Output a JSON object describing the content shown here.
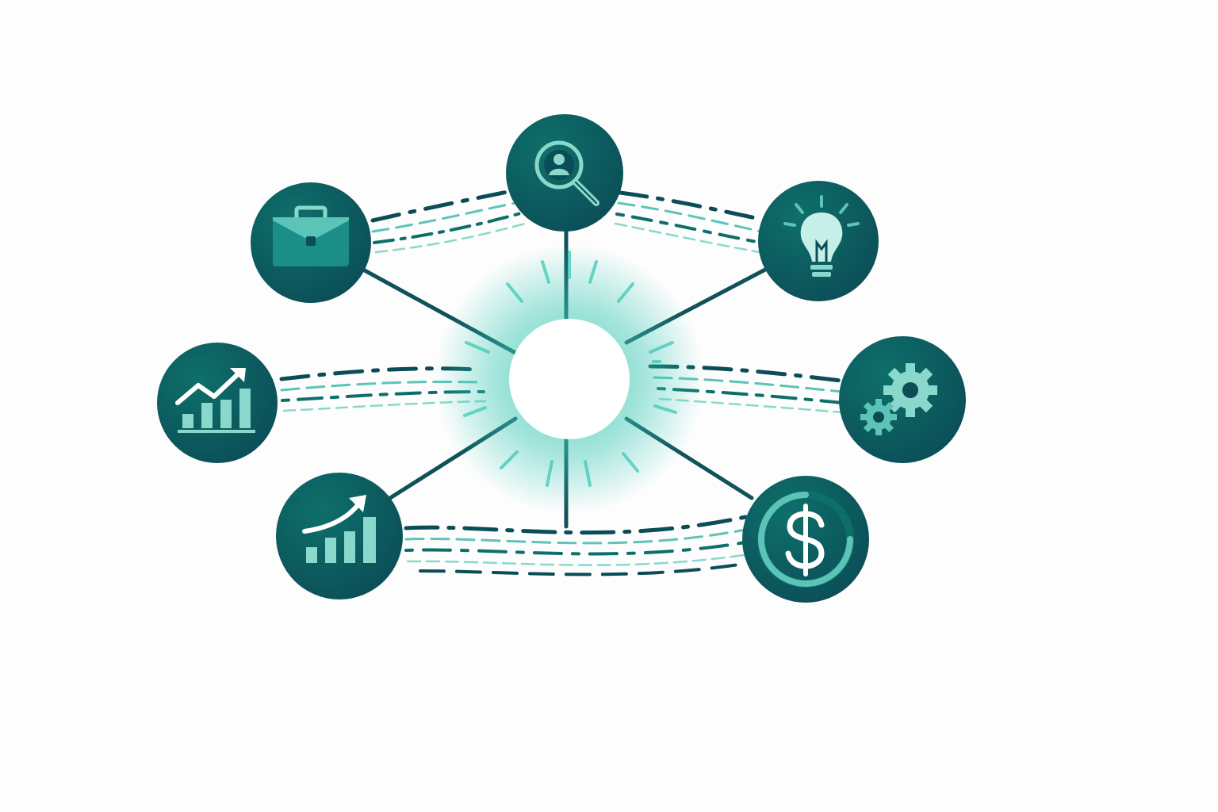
{
  "colors": {
    "background": "#fdfdfd",
    "node_fill_dark": "#0b4d57",
    "node_fill_mid": "#0e6f6a",
    "spoke": "#10515a",
    "accent": "#5cc4b6",
    "accent_light": "#8ad8cc",
    "glow": "#3ec9b6",
    "hub_fill": "#ffffff"
  },
  "hub": {
    "name": "hub-circle",
    "glow": true
  },
  "nodes": [
    {
      "id": "top",
      "icon": "person-search-icon"
    },
    {
      "id": "upper-left",
      "icon": "briefcase-icon"
    },
    {
      "id": "upper-right",
      "icon": "lightbulb-icon"
    },
    {
      "id": "middle-left",
      "icon": "growth-chart-icon"
    },
    {
      "id": "middle-right",
      "icon": "gears-icon"
    },
    {
      "id": "lower-left",
      "icon": "bar-chart-arrow-icon"
    },
    {
      "id": "lower-right",
      "icon": "dollar-coin-icon"
    }
  ],
  "flow_links": [
    {
      "from": "upper-left",
      "to": "top",
      "style": "dashed-wave"
    },
    {
      "from": "top",
      "to": "upper-right",
      "style": "dashed-wave"
    },
    {
      "from": "middle-left",
      "to": "hub",
      "style": "dashed-wave"
    },
    {
      "from": "hub",
      "to": "middle-right",
      "style": "dashed-wave"
    },
    {
      "from": "lower-left",
      "to": "lower-right",
      "style": "dashed-wave"
    }
  ]
}
